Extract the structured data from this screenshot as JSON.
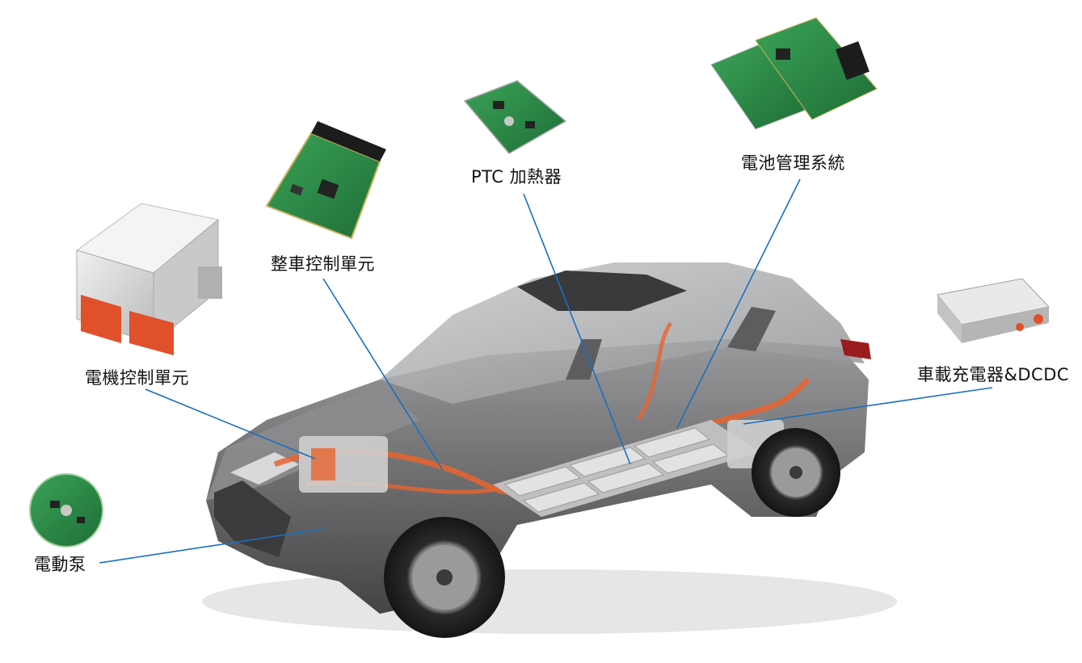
{
  "labels": {
    "motor_controller": "電機控制單元",
    "vehicle_controller": "整車控制單元",
    "ptc_heater": "PTC 加熱器",
    "bms": "電池管理系統",
    "charger_dcdc": "車載充電器&DCDC",
    "electric_pump": "電動泵"
  },
  "colors": {
    "leader_line": "#1a6fc0",
    "pcb_green": "#2f8f4a",
    "connector_black": "#1c1c1c",
    "connector_orange": "#e0502a",
    "orange_wiring": "#e8642e",
    "battery_cells": "#d8d8d8",
    "car_body": "#6e6e70"
  }
}
